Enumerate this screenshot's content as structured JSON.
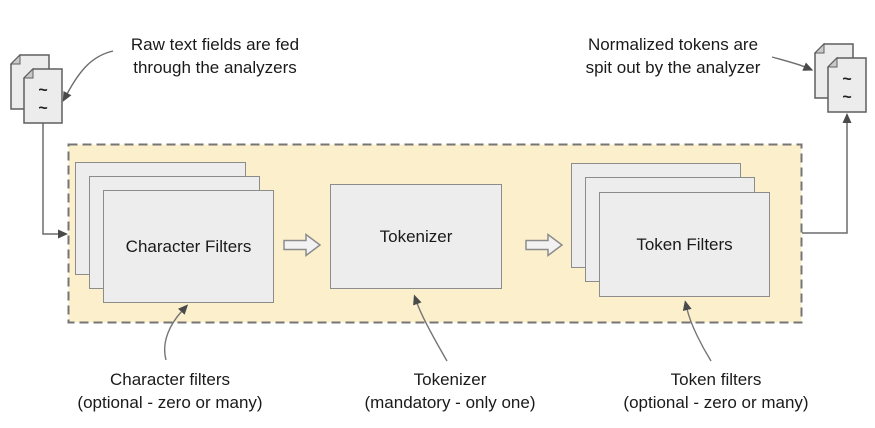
{
  "annotations": {
    "input": "Raw text fields are fed\nthrough the analyzers",
    "output": "Normalized tokens are\nspit out by the analyzer"
  },
  "pipeline": {
    "stages": [
      {
        "label": "Character Filters",
        "caption_title": "Character filters",
        "caption_detail": "(optional - zero or many)"
      },
      {
        "label": "Tokenizer",
        "caption_title": "Tokenizer",
        "caption_detail": "(mandatory - only one)"
      },
      {
        "label": "Token Filters",
        "caption_title": "Token filters",
        "caption_detail": "(optional - zero or many)"
      }
    ]
  },
  "icons": {
    "input_documents": "document-stack-icon",
    "output_documents": "document-stack-icon",
    "page_glyph": "~",
    "flow_arrow": "right-block-arrow"
  },
  "colors": {
    "panel_fill": "#FCF0CC",
    "panel_border": "#757575",
    "box_fill": "#EDEDED",
    "box_border": "#8C8C8C",
    "connector": "#6B6B6B",
    "text": "#1A1A1A",
    "background": "#FFFFFF"
  }
}
